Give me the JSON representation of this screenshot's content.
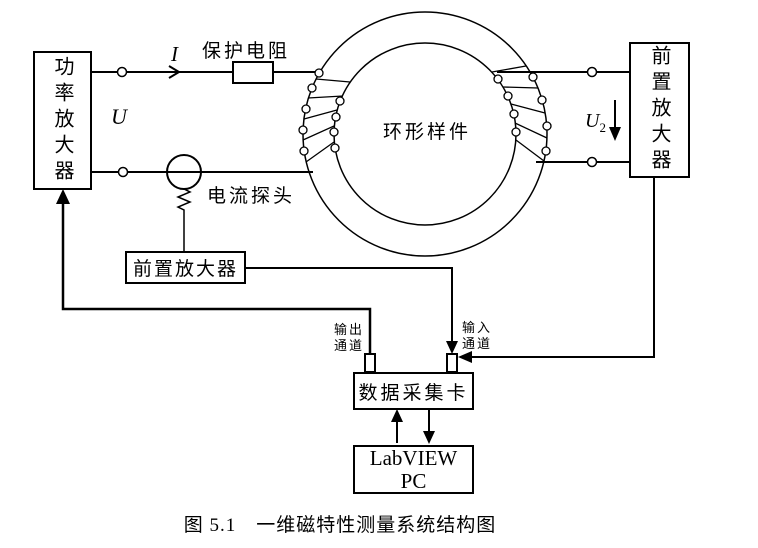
{
  "figure": {
    "caption": "图 5.1　一维磁特性测量系统结构图"
  },
  "labels": {
    "power_amplifier": "功率放大器",
    "current_symbol": "I",
    "protection_resistor": "保护电阻",
    "voltage_symbol": "U",
    "current_probe": "电流探头",
    "ring_sample": "环形样件",
    "preamp_right": "前置放大器",
    "preamp_mid": "前置放大器",
    "u2_base": "U",
    "u2_sub": "2",
    "output_channel": "输出\n通道",
    "input_channel": "输入\n通道",
    "daq_card": "数据采集卡",
    "pc_line1": "LabVIEW",
    "pc_line2": "PC"
  },
  "colors": {
    "ink": "#000000",
    "background": "#ffffff"
  }
}
